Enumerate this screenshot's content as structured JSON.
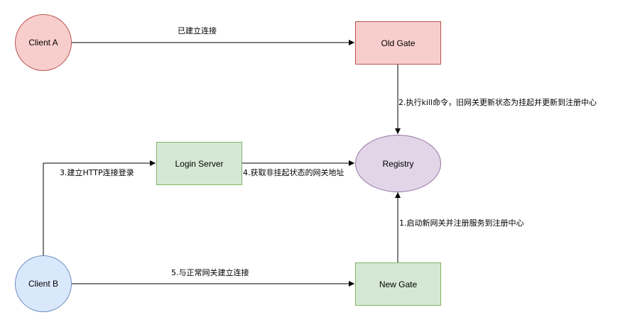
{
  "nodes": {
    "client_a": {
      "label": "Client A",
      "fill": "#f8cecc",
      "stroke": "#b85450"
    },
    "old_gate": {
      "label": "Old Gate",
      "fill": "#f8cecc",
      "stroke": "#b85450"
    },
    "registry": {
      "label": "Registry",
      "fill": "#e1d5e7",
      "stroke": "#9673a6"
    },
    "login_server": {
      "label": "Login Server",
      "fill": "#d5e8d4",
      "stroke": "#82b366"
    },
    "client_b": {
      "label": "Client B",
      "fill": "#dae8fc",
      "stroke": "#6c8ebf"
    },
    "new_gate": {
      "label": "New Gate",
      "fill": "#d5e8d4",
      "stroke": "#82b366"
    }
  },
  "edges": {
    "client_a_to_old_gate": "已建立连接",
    "old_gate_to_registry": "2.执行kill命令，旧网关更新状态为挂起并更新到注册中心",
    "client_b_to_login_server": "3.建立HTTP连接登录",
    "login_server_to_registry": "4.获取非挂起状态的网关地址",
    "new_gate_to_registry": "1.启动新网关并注册服务到注册中心",
    "client_b_to_new_gate": "5.与正常网关建立连接"
  }
}
